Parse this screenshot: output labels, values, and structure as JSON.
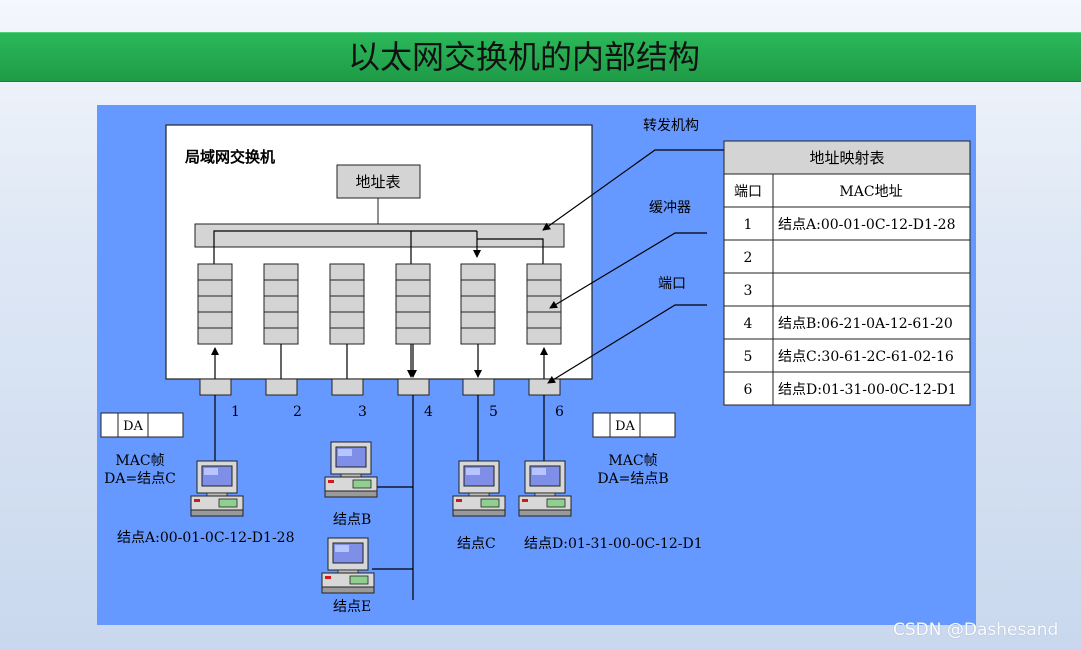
{
  "title": "以太网交换机的内部结构",
  "switch_label": "局域网交换机",
  "addr_table_box": "地址表",
  "labels": {
    "forwarding": "转发机构",
    "buffer": "缓冲器",
    "port": "端口"
  },
  "port_numbers": [
    "1",
    "2",
    "3",
    "4",
    "5",
    "6"
  ],
  "mapping_table": {
    "title": "地址映射表",
    "col_port": "端口",
    "col_mac": "MAC地址",
    "rows": [
      {
        "port": "1",
        "mac": "结点A:00-01-0C-12-D1-28"
      },
      {
        "port": "2",
        "mac": ""
      },
      {
        "port": "3",
        "mac": ""
      },
      {
        "port": "4",
        "mac": "结点B:06-21-0A-12-61-20"
      },
      {
        "port": "5",
        "mac": "结点C:30-61-2C-61-02-16"
      },
      {
        "port": "6",
        "mac": "结点D:01-31-00-0C-12-D1"
      }
    ]
  },
  "frame_left": {
    "da": "DA",
    "line1": "MAC帧",
    "line2": "DA=结点C"
  },
  "frame_right": {
    "da": "DA",
    "line1": "MAC帧",
    "line2": "DA=结点B"
  },
  "nodes": {
    "a": "结点A:00-01-0C-12-D1-28",
    "b": "结点B",
    "c": "结点C",
    "d": "结点D:01-31-00-0C-12-D1",
    "e": "结点E"
  },
  "watermark": "CSDN @Dashesand"
}
